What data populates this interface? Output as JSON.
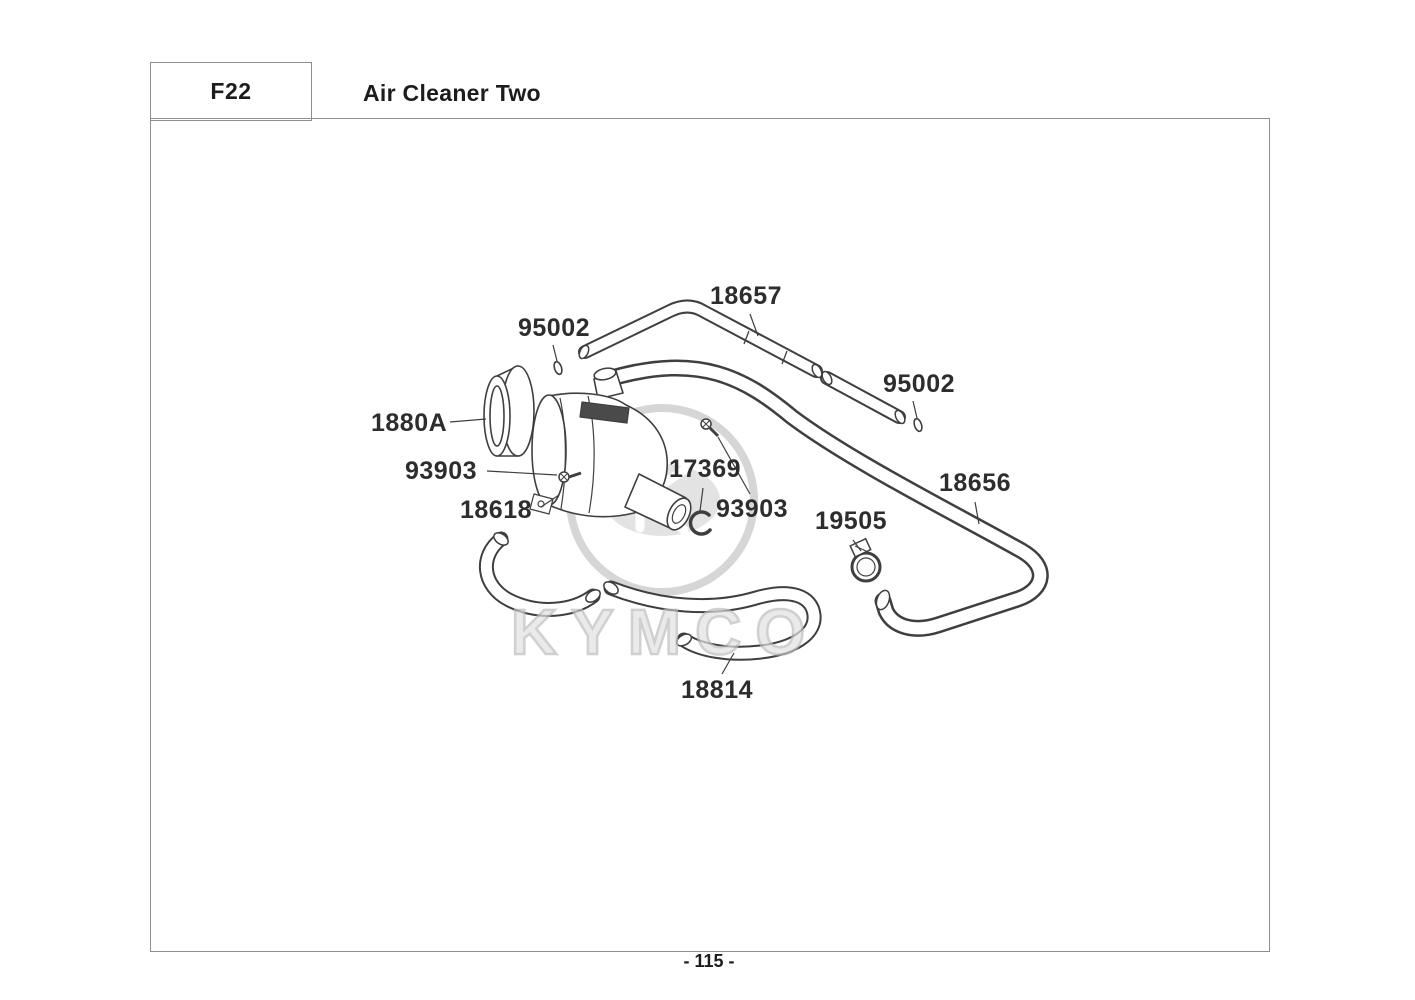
{
  "header": {
    "section_code": "F22",
    "title": "Air Cleaner Two"
  },
  "footer": {
    "page_number": "- 115 -"
  },
  "watermark": {
    "text": "KYMCO"
  },
  "colors": {
    "diagram_line": "#3f3f3f",
    "label_text": "#2d2d2d",
    "frame_border": "#8e8e8e",
    "watermark_gray": "#d8d8d8"
  },
  "parts": {
    "labels": [
      {
        "text": "18657"
      },
      {
        "text": "95002"
      },
      {
        "text": "95002"
      },
      {
        "text": "1880A"
      },
      {
        "text": "93903"
      },
      {
        "text": "17369"
      },
      {
        "text": "18618"
      },
      {
        "text": "93903"
      },
      {
        "text": "18656"
      },
      {
        "text": "19505"
      },
      {
        "text": "18814"
      }
    ]
  }
}
